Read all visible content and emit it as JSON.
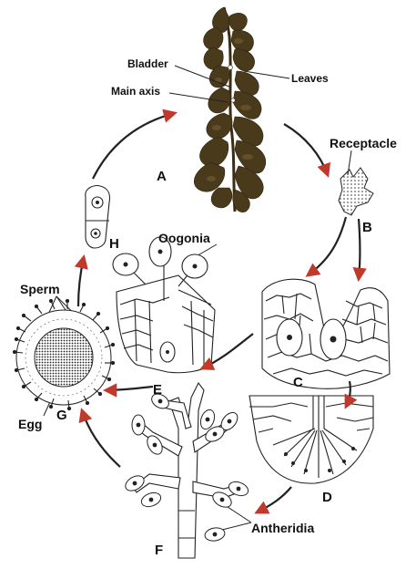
{
  "labels": {
    "bladder": "Bladder",
    "leaves": "Leaves",
    "main_axis": "Main axis",
    "receptacle": "Receptacle",
    "oogonia": "Oogonia",
    "sperm": "Sperm",
    "egg": "Egg",
    "antheridia": "Antheridia"
  },
  "stages": {
    "a": "A",
    "b": "B",
    "c": "C",
    "d": "D",
    "e": "E",
    "f": "F",
    "g": "G",
    "h": "H"
  },
  "colors": {
    "seaweed": "#4a3a1c",
    "seaweed_light": "#7a6233",
    "arrow_red": "#c0392b",
    "ink": "#222222"
  },
  "icons": [
    "seaweed-plant",
    "receptacle",
    "conceptacle-section",
    "oogonia",
    "fertilization-egg",
    "zygote",
    "antheridia-branch"
  ]
}
